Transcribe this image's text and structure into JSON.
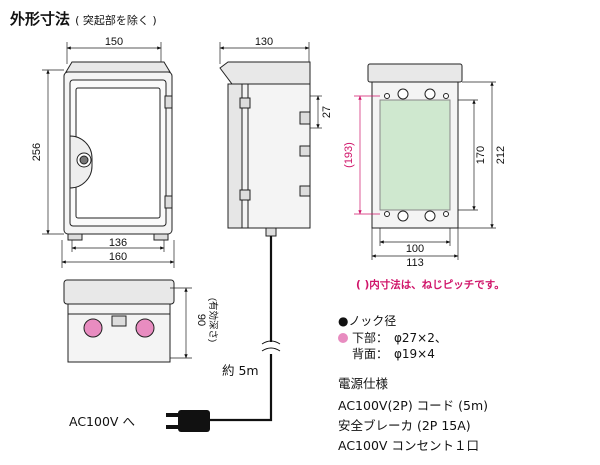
{
  "title": {
    "main": "外形寸法",
    "sub": "( 突起部を除く )"
  },
  "dimensions": {
    "front_width": "150",
    "front_height": "256",
    "front_inner_width": "136",
    "front_outer_width": "160",
    "side_depth": "130",
    "side_small": "27",
    "back_pitch_height": "(193)",
    "back_height_1": "170",
    "back_height_2": "212",
    "back_width_1": "100",
    "back_width_2": "113",
    "bottom_depth": "90",
    "bottom_depth_note": "(有効深さ)"
  },
  "note": "( )内寸法は、ねじピッチです。",
  "legend": {
    "knock_label": "●ノック径",
    "lower_label": "下部：",
    "lower_value": "φ27×2、",
    "back_label": "背面：",
    "back_value": "φ19×4",
    "dot_color": "#e88cc0"
  },
  "cable": {
    "length": "約 5m",
    "plug_label": "AC100V へ"
  },
  "power_spec": {
    "heading": "電源仕様",
    "items": [
      "AC100V(2P) コード (5m)",
      "安全ブレーカ (2P 15A)",
      "AC100V コンセント１口"
    ]
  }
}
